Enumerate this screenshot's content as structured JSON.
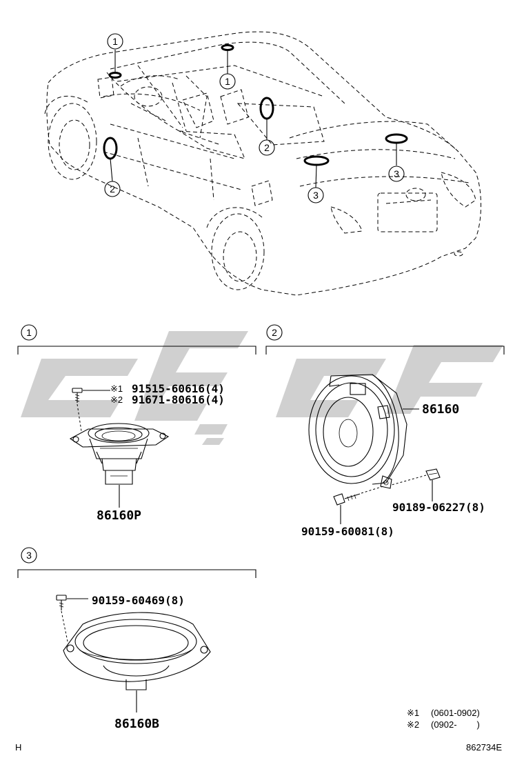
{
  "callouts": {
    "c1": "1",
    "c2": "2",
    "c3": "3"
  },
  "group1": {
    "label": "1",
    "note1_mark": "※1",
    "note1_part": "91515-60616(4)",
    "note2_mark": "※2",
    "note2_part": "91671-80616(4)",
    "speaker_part": "86160P"
  },
  "group2": {
    "label": "2",
    "speaker_part": "86160",
    "clip_part": "90189-06227(8)",
    "screw_part": "90159-60081(8)"
  },
  "group3": {
    "label": "3",
    "screw_part": "90159-60469(8)",
    "speaker_part": "86160B"
  },
  "notes": {
    "n1_mark": "※1",
    "n1_text": "(0601-0902)",
    "n2_mark": "※2",
    "n2_text": "(0902-        )"
  },
  "footer": {
    "left": "H",
    "right": "862734E"
  },
  "watermark": {
    "color": "#d0d0d0"
  }
}
